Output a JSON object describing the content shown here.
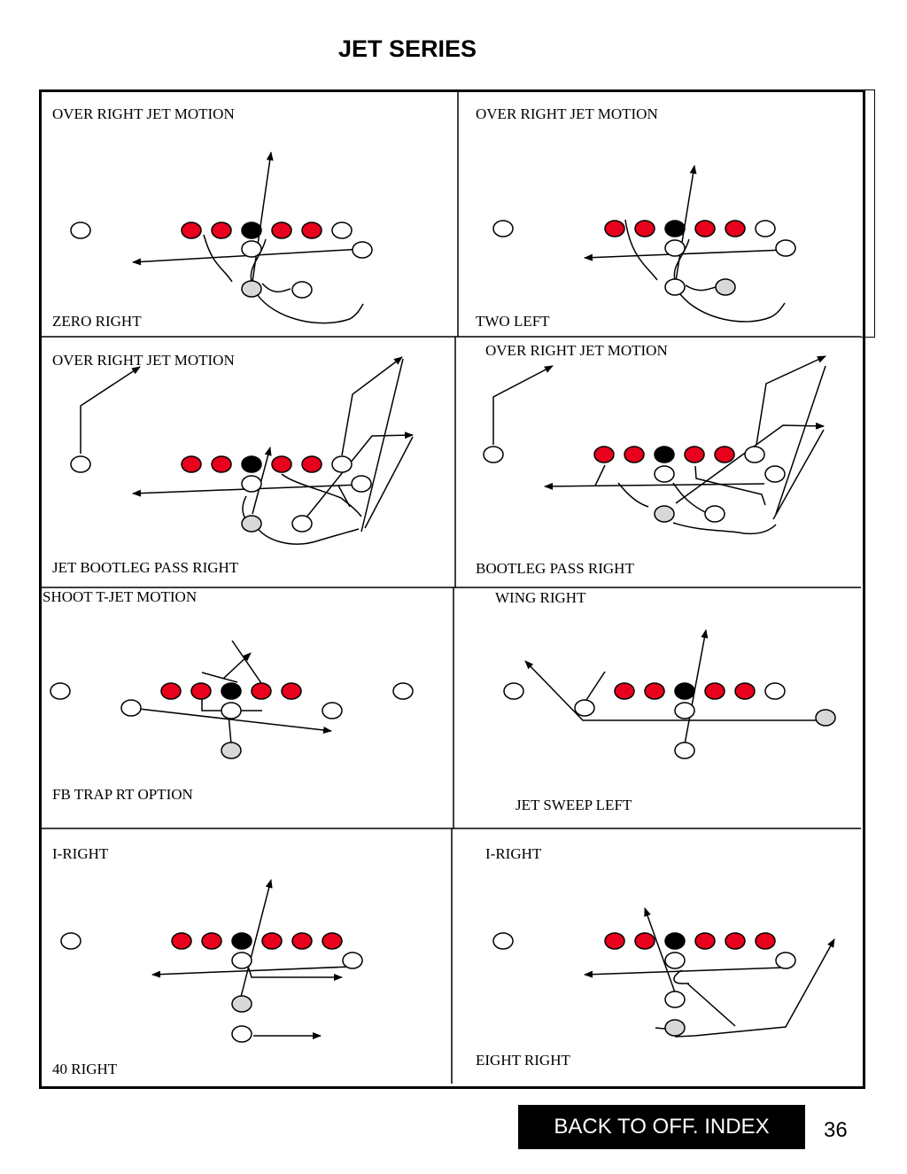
{
  "title": "JET SERIES",
  "plays": [
    {
      "formation": "OVER RIGHT JET MOTION",
      "play": "ZERO RIGHT"
    },
    {
      "formation": "OVER RIGHT JET MOTION",
      "play": "TWO LEFT"
    },
    {
      "formation": "OVER RIGHT JET MOTION",
      "play": "JET BOOTLEG PASS RIGHT"
    },
    {
      "formation": "OVER RIGHT JET MOTION",
      "play": "BOOTLEG PASS RIGHT"
    },
    {
      "formation": "SHOOT T-JET MOTION",
      "play": "FB TRAP RT OPTION"
    },
    {
      "formation": "WING RIGHT",
      "play": "JET SWEEP LEFT"
    },
    {
      "formation": "I-RIGHT",
      "play": "40 RIGHT"
    },
    {
      "formation": "I-RIGHT",
      "play": "EIGHT RIGHT"
    }
  ],
  "back_button": "BACK TO OFF. INDEX",
  "page_number": "36",
  "colors": {
    "lineman": "#e8001c",
    "center": "#000000",
    "ball_carrier": "#d8d8d8",
    "player": "#ffffff"
  }
}
